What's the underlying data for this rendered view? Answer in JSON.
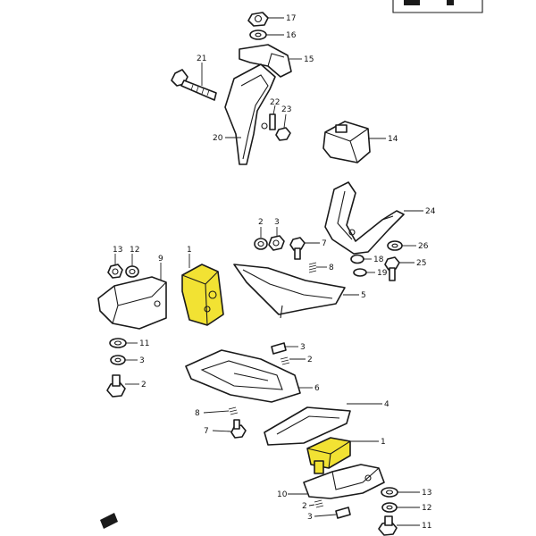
{
  "colors": {
    "highlight": "#f2e233",
    "ink": "#1a1a1a",
    "background": "#ffffff"
  },
  "callouts": [
    {
      "id": "c17",
      "label": "17"
    },
    {
      "id": "c16",
      "label": "16"
    },
    {
      "id": "c15",
      "label": "15"
    },
    {
      "id": "c21",
      "label": "21"
    },
    {
      "id": "c22",
      "label": "22"
    },
    {
      "id": "c23",
      "label": "23"
    },
    {
      "id": "c20",
      "label": "20"
    },
    {
      "id": "c14",
      "label": "14"
    },
    {
      "id": "c24",
      "label": "24"
    },
    {
      "id": "c2a",
      "label": "2"
    },
    {
      "id": "c3a",
      "label": "3"
    },
    {
      "id": "c7a",
      "label": "7"
    },
    {
      "id": "c26",
      "label": "26"
    },
    {
      "id": "c18",
      "label": "18"
    },
    {
      "id": "c25",
      "label": "25"
    },
    {
      "id": "c19",
      "label": "19"
    },
    {
      "id": "c8a",
      "label": "8"
    },
    {
      "id": "c5",
      "label": "5"
    },
    {
      "id": "c3b",
      "label": "3"
    },
    {
      "id": "c2b",
      "label": "2"
    },
    {
      "id": "c1a",
      "label": "1"
    },
    {
      "id": "c9",
      "label": "9"
    },
    {
      "id": "c13a",
      "label": "13"
    },
    {
      "id": "c12a",
      "label": "12"
    },
    {
      "id": "c11a",
      "label": "11"
    },
    {
      "id": "c3c",
      "label": "3"
    },
    {
      "id": "c2c",
      "label": "2"
    },
    {
      "id": "c6",
      "label": "6"
    },
    {
      "id": "c4",
      "label": "4"
    },
    {
      "id": "c8b",
      "label": "8"
    },
    {
      "id": "c7b",
      "label": "7"
    },
    {
      "id": "c1b",
      "label": "1"
    },
    {
      "id": "c10",
      "label": "10"
    },
    {
      "id": "c13b",
      "label": "13"
    },
    {
      "id": "c2d",
      "label": "2"
    },
    {
      "id": "c12b",
      "label": "12"
    },
    {
      "id": "c3d",
      "label": "3"
    },
    {
      "id": "c11b",
      "label": "11"
    }
  ]
}
